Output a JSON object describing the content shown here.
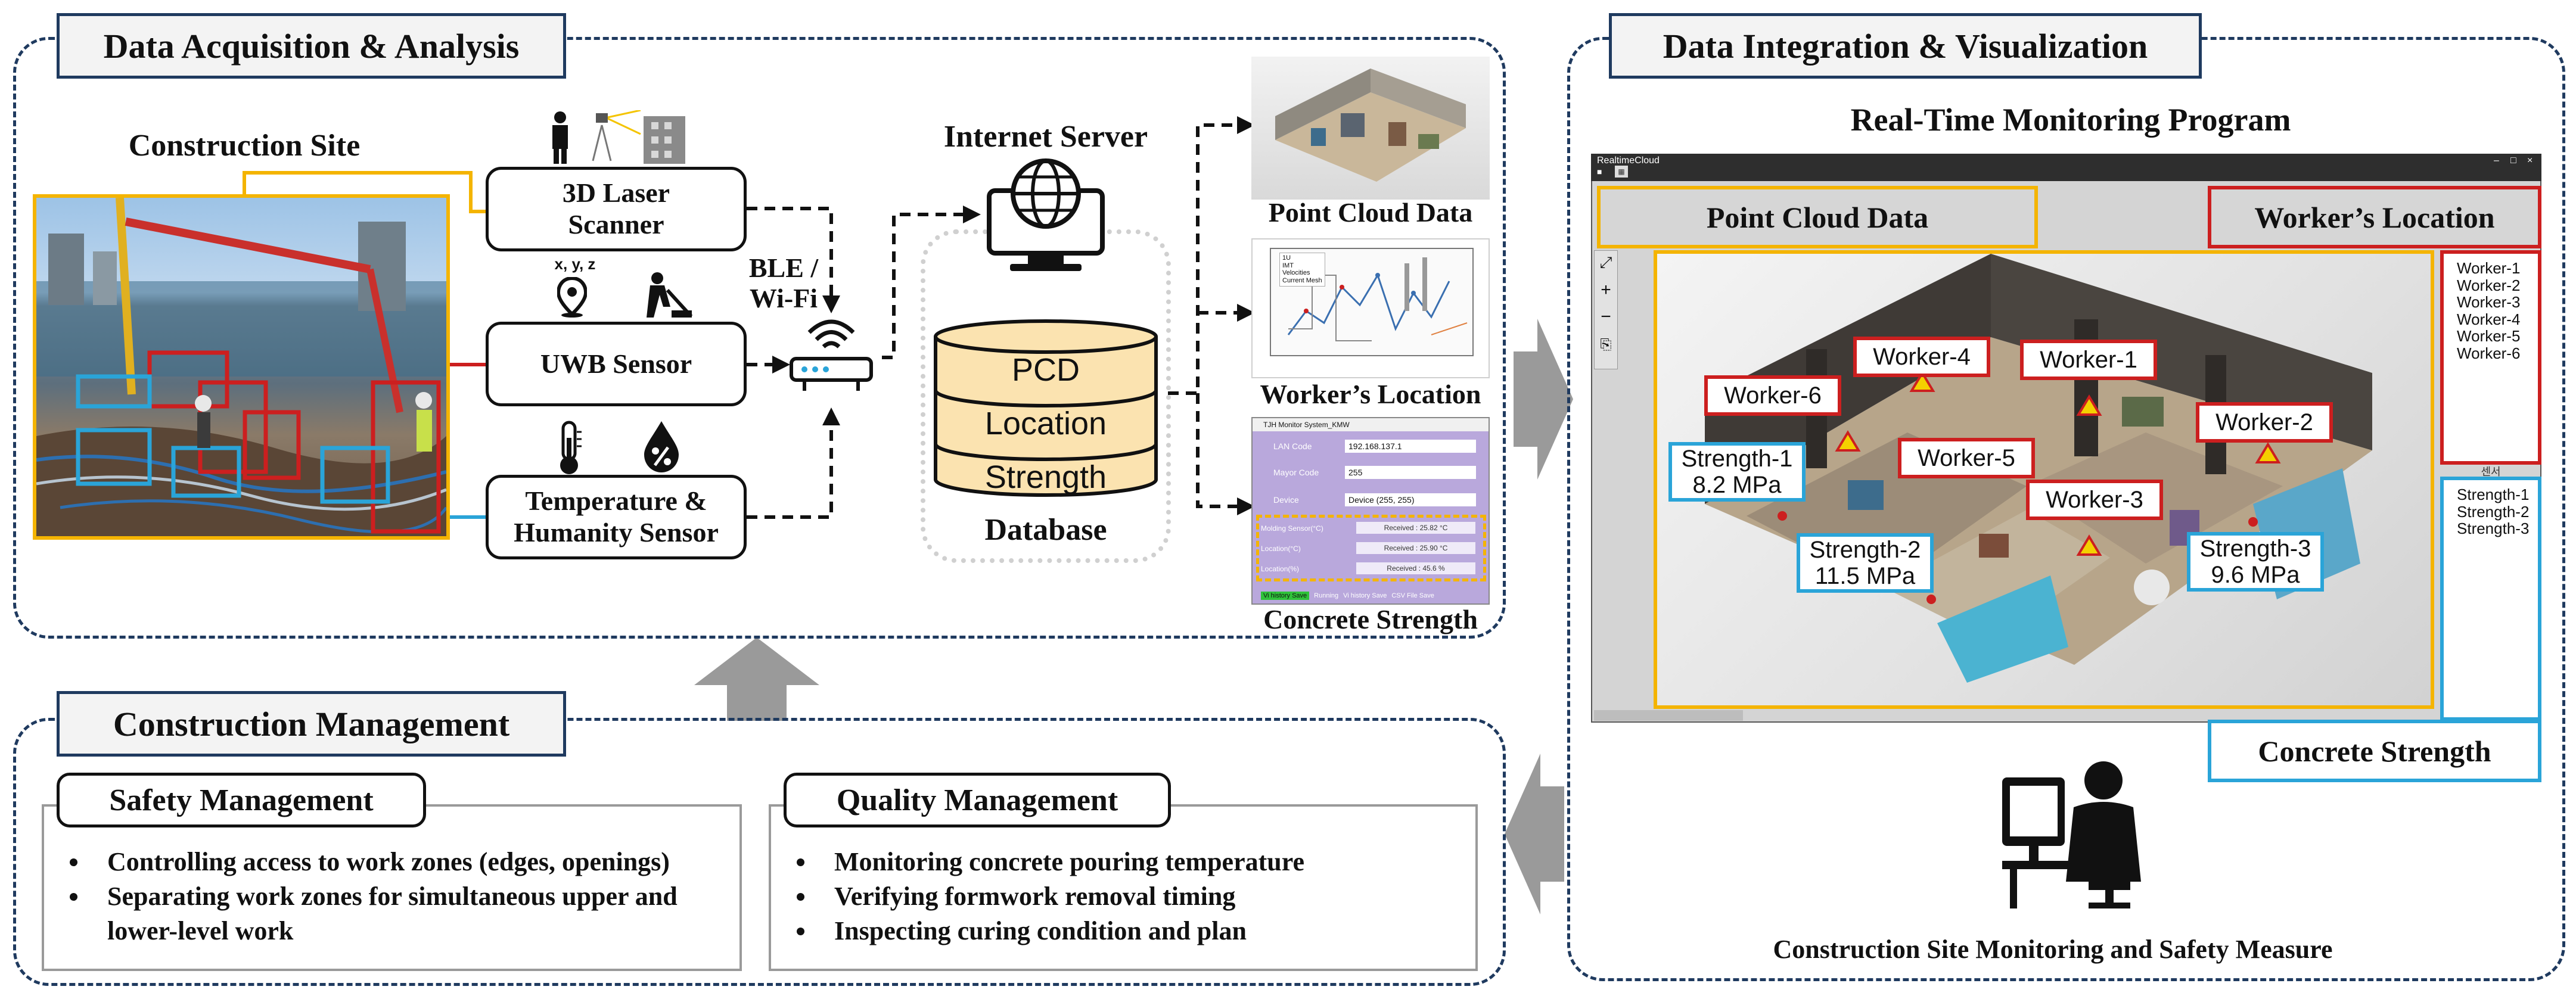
{
  "panels": {
    "acquisition": {
      "title": "Data Acquisition & Analysis"
    },
    "integration": {
      "title": "Data Integration & Visualization"
    },
    "management": {
      "title": "Construction Management"
    }
  },
  "site": {
    "label": "Construction Site"
  },
  "sensors": {
    "laser": {
      "line1": "3D Laser",
      "line2": "Scanner"
    },
    "uwb": {
      "label": "UWB Sensor",
      "xyz": "x, y, z"
    },
    "temp": {
      "line1": "Temperature &",
      "line2": "Humanity Sensor"
    }
  },
  "network": {
    "line1": "BLE /",
    "line2": "Wi-Fi"
  },
  "server": {
    "label": "Internet Server"
  },
  "database": {
    "label": "Database",
    "layers": [
      "PCD",
      "Location",
      "Strength"
    ]
  },
  "outputs": {
    "point_cloud": "Point Cloud Data",
    "worker_location": "Worker’s Location",
    "concrete_strength": "Concrete Strength"
  },
  "mini_chart": {
    "legend": [
      "1U",
      "IMT",
      "Velocities",
      "Current Mesh"
    ]
  },
  "mini_app": {
    "title": "TJH Monitor System_KMW",
    "fields": [
      {
        "label": "LAN Code",
        "value": "192.168.137.1"
      },
      {
        "label": "Mayor Code",
        "value": "255"
      },
      {
        "label": "Device",
        "value": "Device (255, 255)"
      }
    ],
    "readings": [
      {
        "label": "Molding Sensor(°C)",
        "value": "Received : 25.82 °C"
      },
      {
        "label": "Location(°C)",
        "value": "Received : 25.90 °C"
      },
      {
        "label": "Location(%)",
        "value": "Received : 45.6 %"
      }
    ],
    "footer": [
      "Vi history Save",
      "Running",
      "Vi history Save",
      "CSV File Save"
    ]
  },
  "monitor": {
    "title": "Real-Time Monitoring Program",
    "window_title": "RealtimeCloud",
    "header_left": "Point Cloud Data",
    "header_right": "Worker’s Location",
    "footer_right": "Concrete Strength",
    "workers_list": [
      "Worker-1",
      "Worker-2",
      "Worker-3",
      "Worker-4",
      "Worker-5",
      "Worker-6"
    ],
    "strength_header": "센서",
    "strength_list": [
      "Strength-1",
      "Strength-2",
      "Strength-3"
    ],
    "worker_tags": [
      "Worker-6",
      "Worker-4",
      "Worker-1",
      "Worker-5",
      "Worker-2",
      "Worker-3"
    ],
    "strength_tags": [
      {
        "name": "Strength-1",
        "value": "8.2 MPa"
      },
      {
        "name": "Strength-2",
        "value": "11.5 MPa"
      },
      {
        "name": "Strength-3",
        "value": "9.6 MPa"
      }
    ]
  },
  "caption": "Construction Site Monitoring and Safety Measure",
  "safety": {
    "title": "Safety Management",
    "items": [
      "Controlling access to work zones (edges, openings)",
      "Separating work zones for simultaneous upper and lower-level work"
    ]
  },
  "quality": {
    "title": "Quality Management",
    "items": [
      "Monitoring concrete pouring temperature",
      "Verifying formwork removal timing",
      "Inspecting curing condition and plan"
    ]
  },
  "colors": {
    "navy": "#1f3a5f",
    "yellow": "#f4b400",
    "red": "#cc1f1f",
    "blue": "#2aa4d8",
    "db_fill": "#fbe3b0"
  }
}
